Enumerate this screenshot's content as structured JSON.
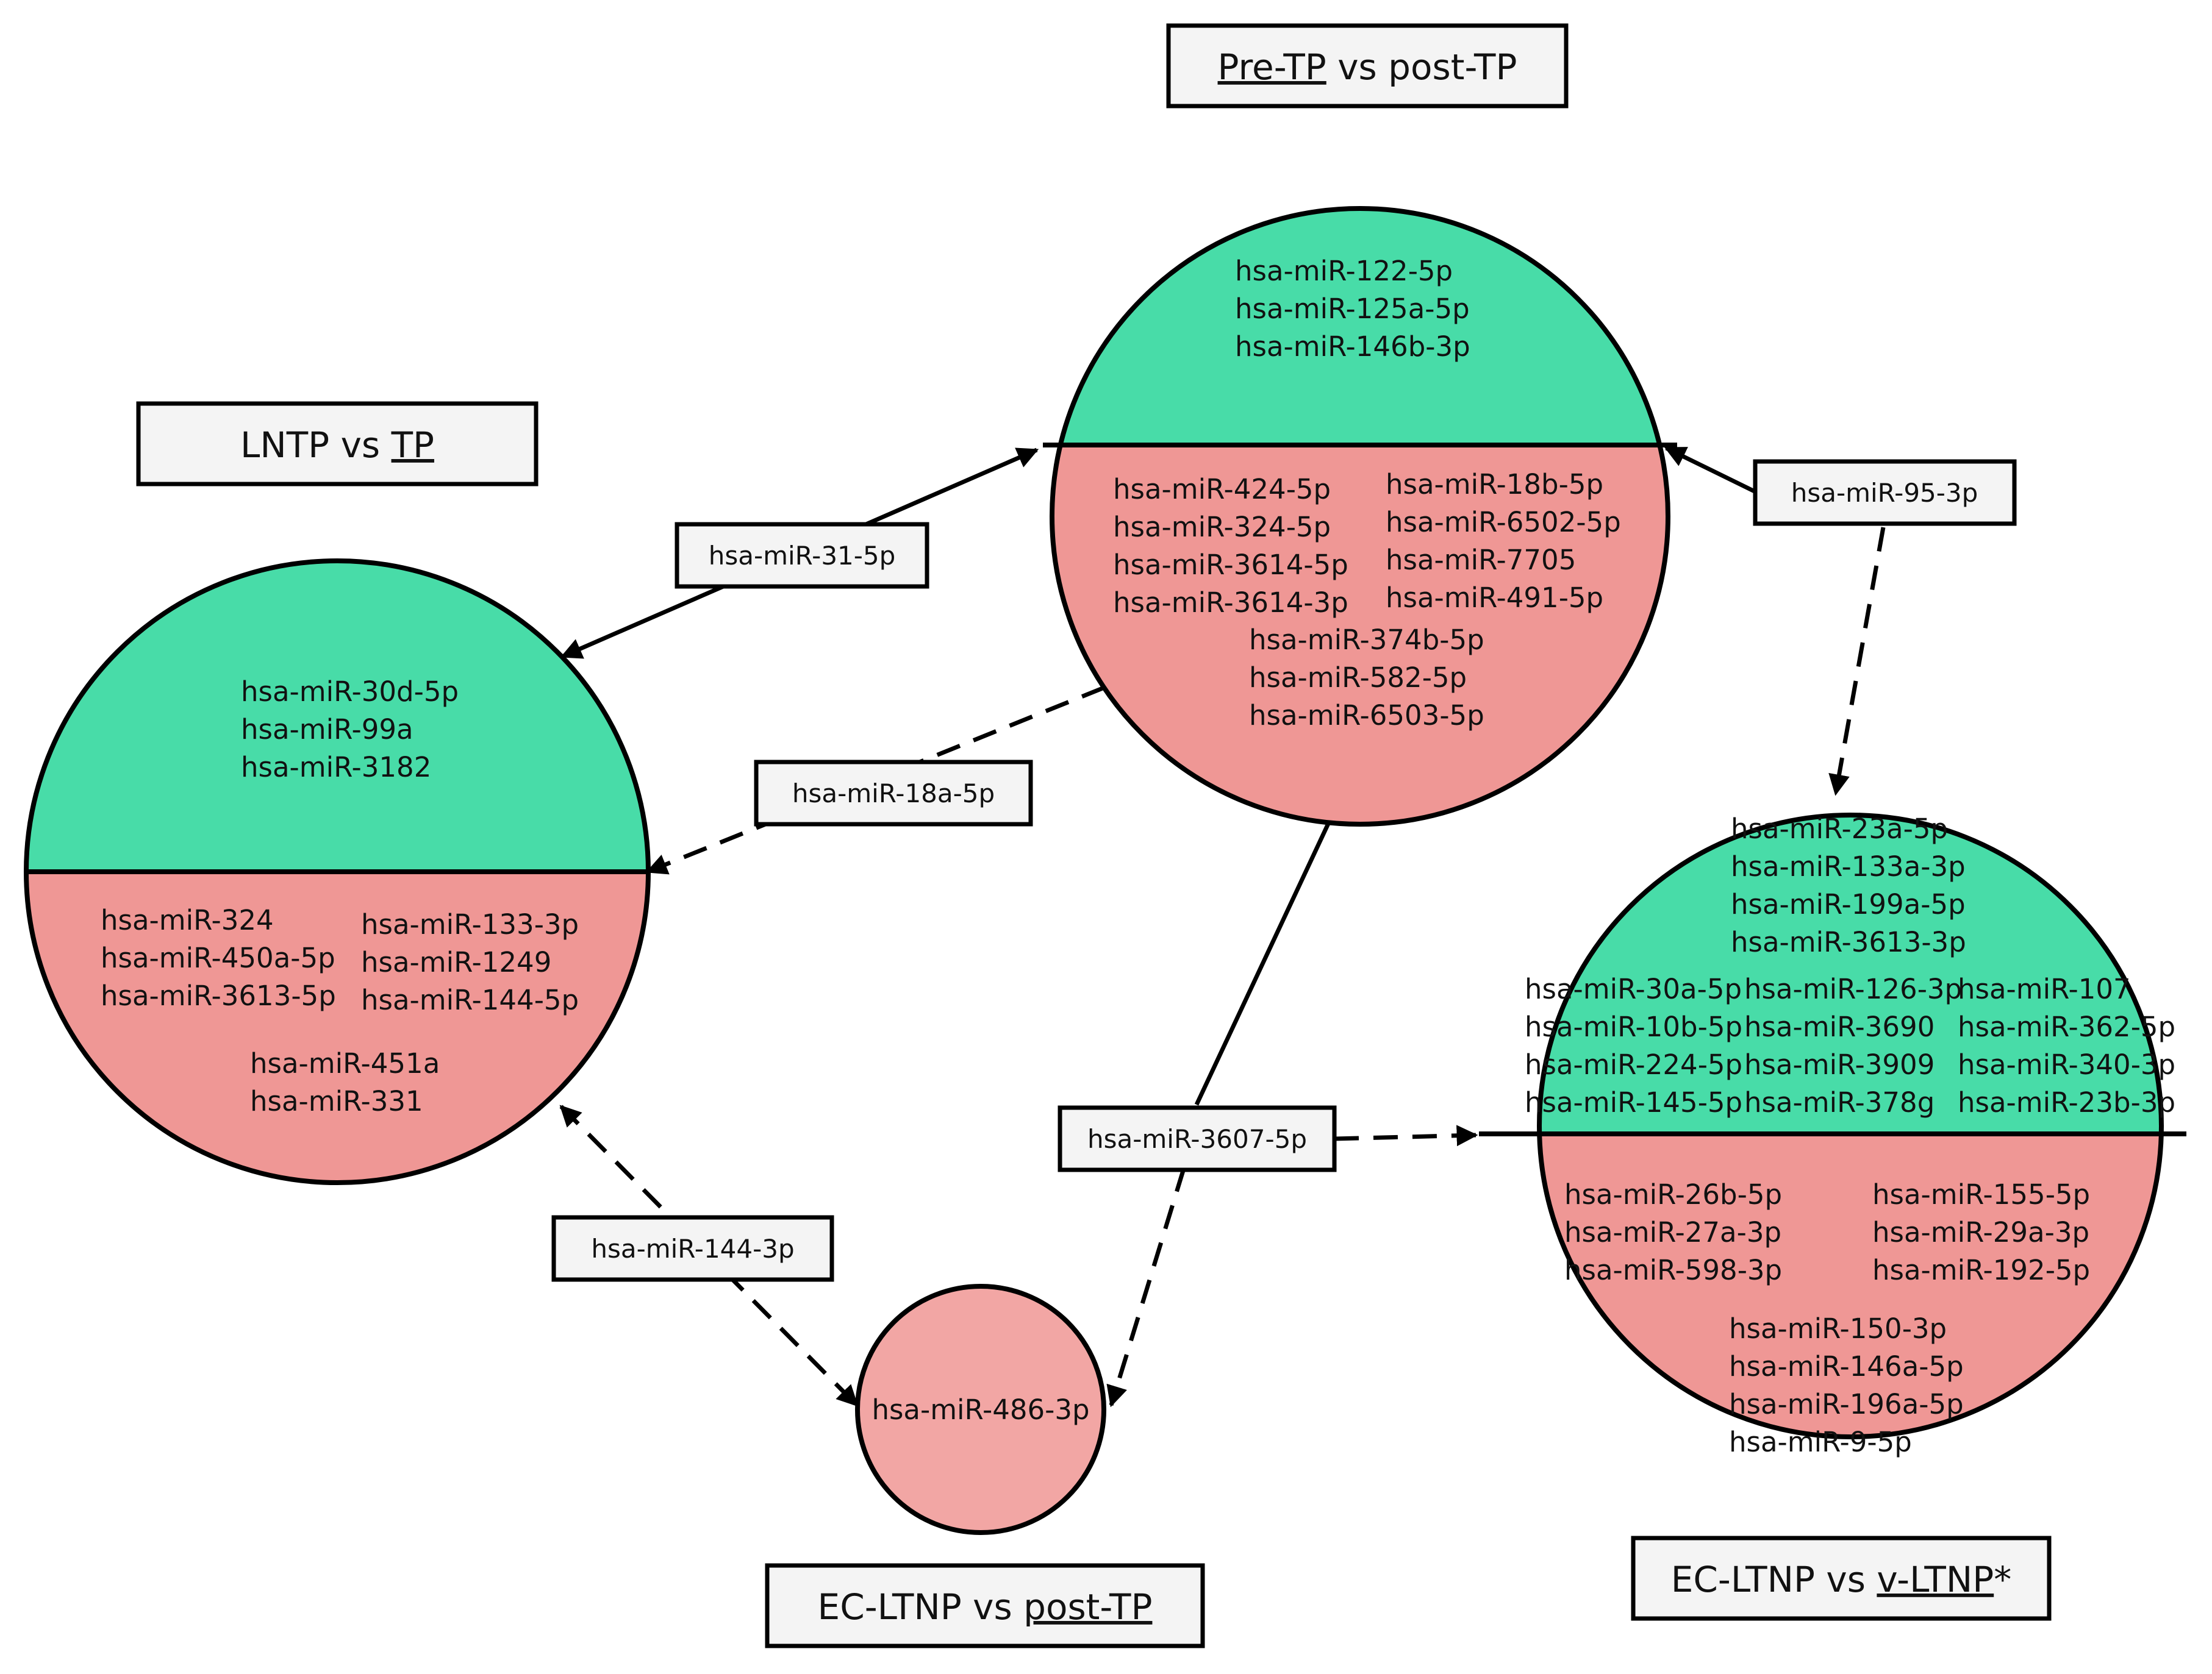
{
  "colors": {
    "up": "#48dca8",
    "down": "#ef9795",
    "down_light": "#f2a6a4",
    "box_fill": "#f4f4f4"
  },
  "titles": {
    "pre_tp": {
      "part1": "Pre-TP",
      "part2": " vs post-TP"
    },
    "lntp_tp": {
      "part1": "LNTP vs ",
      "part2": "TP"
    },
    "ec_post": {
      "part1": "EC-LTNP vs ",
      "part2": "post-TP"
    },
    "ec_v": {
      "part1": "EC-LTNP vs ",
      "part2": "v-LTNP",
      "part3": "*"
    }
  },
  "edge_labels": {
    "mir31": "hsa-miR-31-5p",
    "mir18a": "hsa-miR-18a-5p",
    "mir95": "hsa-miR-95-3p",
    "mir3607": "hsa-miR-3607-5p",
    "mir144": "hsa-miR-144-3p"
  },
  "nodes": {
    "pre_tp": {
      "up": [
        "hsa-miR-122-5p",
        "hsa-miR-125a-5p",
        "hsa-miR-146b-3p"
      ],
      "down_left": [
        "hsa-miR-424-5p",
        "hsa-miR-324-5p",
        "hsa-miR-3614-5p",
        "hsa-miR-3614-3p"
      ],
      "down_right": [
        "hsa-miR-18b-5p",
        "hsa-miR-6502-5p",
        "hsa-miR-7705",
        "hsa-miR-491-5p"
      ],
      "down_center": [
        "hsa-miR-374b-5p",
        "hsa-miR-582-5p",
        "hsa-miR-6503-5p"
      ]
    },
    "lntp": {
      "up": [
        "hsa-miR-30d-5p",
        "hsa-miR-99a",
        "hsa-miR-3182"
      ],
      "down_left": [
        "hsa-miR-324",
        "hsa-miR-450a-5p",
        "hsa-miR-3613-5p"
      ],
      "down_right": [
        "hsa-miR-133-3p",
        "hsa-miR-1249",
        "hsa-miR-144-5p"
      ],
      "down_center": [
        "hsa-miR-451a",
        "hsa-miR-331"
      ]
    },
    "ec_post": {
      "down": [
        "hsa-miR-486-3p"
      ]
    },
    "ec_v": {
      "up_top": [
        "hsa-miR-23a-5p",
        "hsa-miR-133a-3p",
        "hsa-miR-199a-5p",
        "hsa-miR-3613-3p"
      ],
      "up_col1": [
        "hsa-miR-30a-5p",
        "hsa-miR-10b-5p",
        "hsa-miR-224-5p",
        "hsa-miR-145-5p"
      ],
      "up_col2": [
        "hsa-miR-126-3p",
        "hsa-miR-3690",
        "hsa-miR-3909",
        "hsa-miR-378g"
      ],
      "up_col3": [
        "hsa-miR-107",
        "hsa-miR-362-5p",
        "hsa-miR-340-3p",
        "hsa-miR-23b-3p"
      ],
      "down_left": [
        "hsa-miR-26b-5p",
        "hsa-miR-27a-3p",
        "hsa-miR-598-3p"
      ],
      "down_right": [
        "hsa-miR-155-5p",
        "hsa-miR-29a-3p",
        "hsa-miR-192-5p"
      ],
      "down_center": [
        "hsa-miR-150-3p",
        "hsa-miR-146a-5p",
        "hsa-miR-196a-5p",
        "hsa-miR-9-5p"
      ]
    }
  }
}
